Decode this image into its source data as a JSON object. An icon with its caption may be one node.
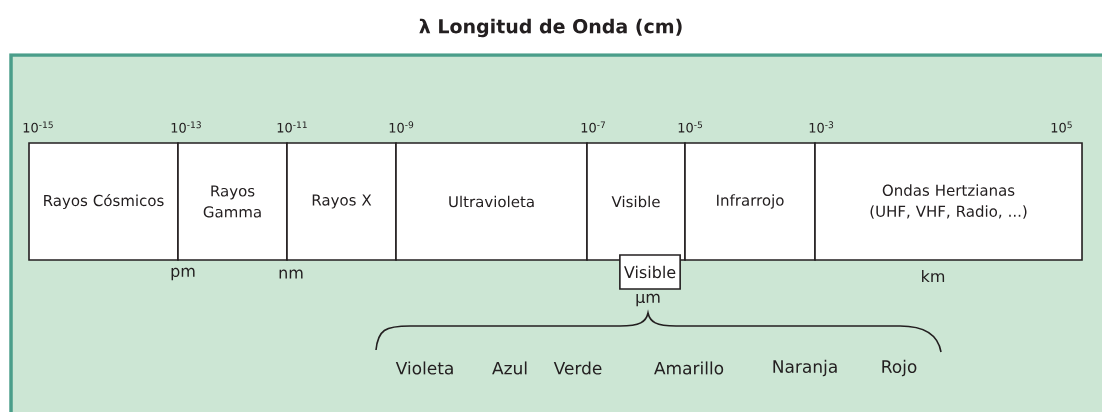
{
  "diagram": {
    "title": "λ Longitud de Onda (cm)",
    "nodes": [
      {
        "text": [
          "Rayos Cósmicos"
        ]
      },
      {
        "text": [
          "Rayos Gamma"
        ]
      },
      {
        "text": [
          "Rayos X"
        ]
      },
      {
        "text": [
          "Ultravioleta"
        ]
      },
      {
        "text": [
          "Visible"
        ]
      },
      {
        "text": [
          "Infrarrojo"
        ]
      },
      {
        "text": [
          "Ondas Hertzianas (UHF, VHF, Radio, ...)"
        ]
      },
      {
        "text": [
          "Visible"
        ]
      }
    ],
    "labels": [
      "10$^{-15}$",
      "10$^{-13}$",
      "10$^{-11}$",
      "10$^{-9}$",
      "10$^{-7}$",
      "10$^{-5}$",
      "10$^{-3}$",
      "10$^{5}$",
      "pm",
      "nm",
      "km",
      "µm",
      "Violeta",
      "Azul",
      "Verde",
      "Amarillo",
      "Naranja",
      "Rojo"
    ]
  }
}
